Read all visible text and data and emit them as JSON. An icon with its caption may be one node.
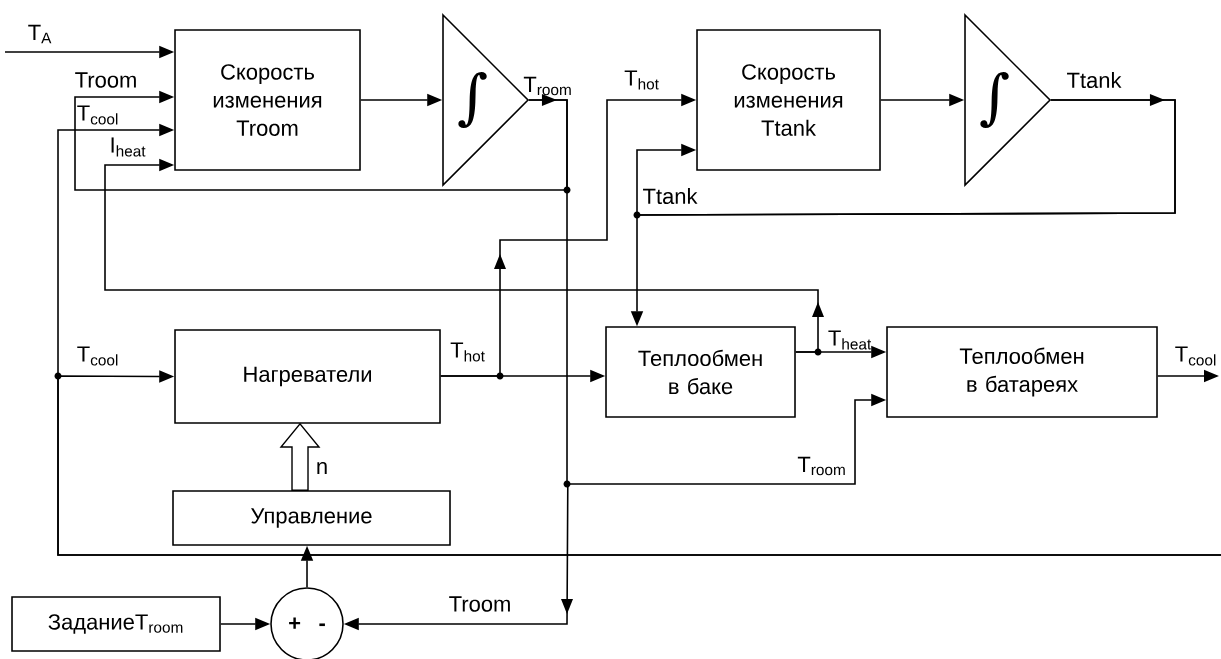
{
  "diagram": {
    "nodes": [
      {
        "text": [
          "Скорость изменения Troom"
        ]
      },
      {
        "text": [
          "∫"
        ]
      },
      {
        "text": [
          "Скорость изменения Ttank"
        ]
      },
      {
        "text": [
          "∫"
        ]
      },
      {
        "text": [
          "Нагреватели"
        ]
      },
      {
        "text": [
          "Теплообмен в баке"
        ]
      },
      {
        "text": [
          "Теплообмен в батареях"
        ]
      },
      {
        "text": [
          "Управление"
        ]
      },
      {
        "text": [
          "ЗаданиеT$_{room}$"
        ]
      },
      {
        "text": [
          "+",
          "-"
        ]
      }
    ],
    "edges": [
      {
        "from": null,
        "to": 0,
        "arrow": "to",
        "label": "T$_{A}$"
      },
      {
        "from": 0,
        "to": 1,
        "arrow": "to"
      },
      {
        "from": 1,
        "to": 0,
        "arrow": "to",
        "label": "Troom"
      },
      {
        "from": null,
        "to": 0,
        "arrow": "to",
        "label": "T$_{cool}$"
      },
      {
        "from": null,
        "to": 4,
        "arrow": "to",
        "label": "T$_{cool}$"
      },
      {
        "from": 5,
        "to": 0,
        "arrow": "to",
        "label": "I$_{heat}$"
      },
      {
        "from": 5,
        "to": 6,
        "arrow": "to",
        "label": "T$_{heat}$"
      },
      {
        "from": 4,
        "to": 5,
        "arrow": "to",
        "label": "T$_{hot}$"
      },
      {
        "from": 4,
        "to": 2,
        "arrow": "to",
        "label": "T$_{hot}$"
      },
      {
        "from": 2,
        "to": 3,
        "arrow": "to"
      },
      {
        "from": 3,
        "to": 2,
        "arrow": "to",
        "label": "Ttank"
      },
      {
        "from": 3,
        "to": 5,
        "arrow": "to"
      },
      {
        "from": 7,
        "to": 4,
        "arrow": "to",
        "label": "n",
        "style": "thick"
      },
      {
        "from": 9,
        "to": 7,
        "arrow": "to"
      },
      {
        "from": 8,
        "to": 9,
        "arrow": "to"
      },
      {
        "from": 1,
        "to": 9,
        "arrow": "to",
        "label": "Troom"
      },
      {
        "from": 1,
        "to": 6,
        "arrow": "to",
        "label": "T$_{room}$"
      },
      {
        "from": 6,
        "to": null,
        "arrow": "to",
        "label": "T$_{cool}$"
      }
    ],
    "labels": [
      "T$_{room}$",
      "Ttank"
    ]
  }
}
